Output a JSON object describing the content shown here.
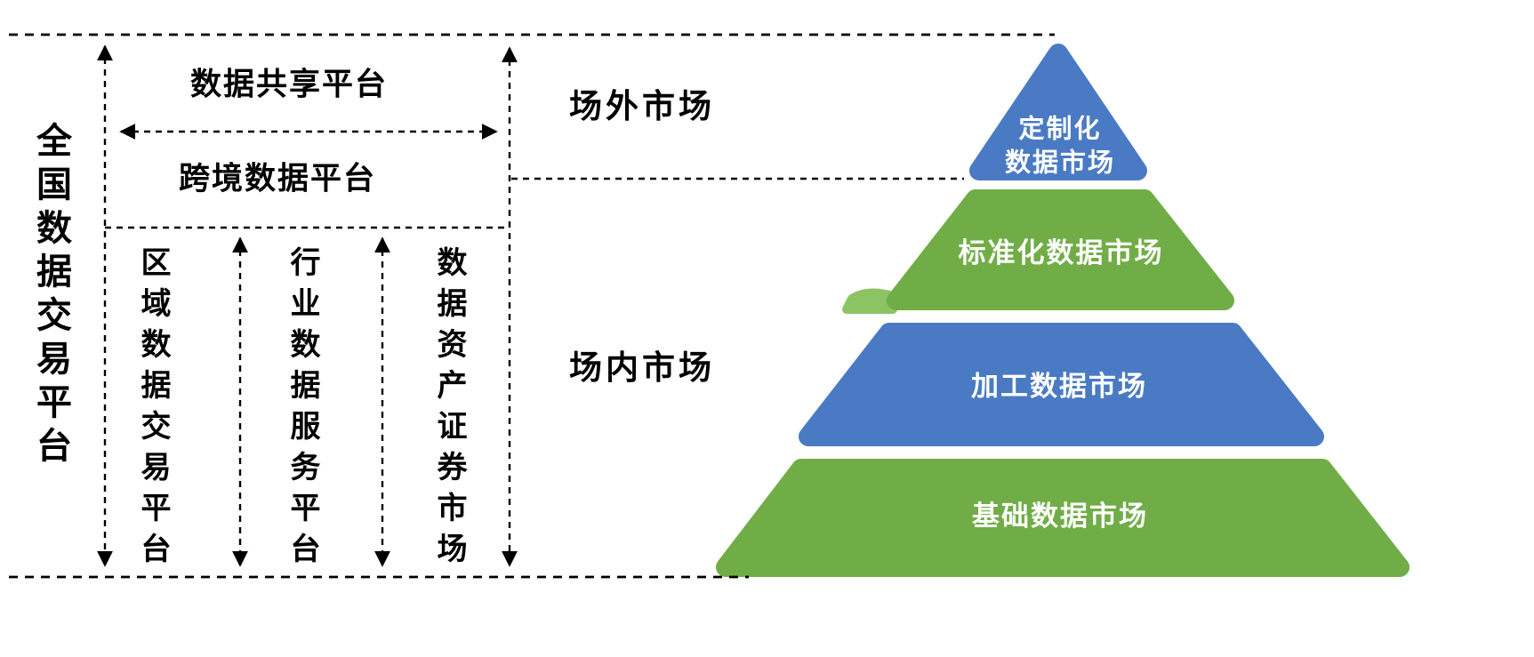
{
  "left_panel": {
    "national_platform": "全国数据交易平台",
    "data_sharing_platform": "数据共享平台",
    "cross_border_platform": "跨境数据平台",
    "sub_platforms": [
      "区域数据交易平台",
      "行业数据服务平台",
      "数据资产证券市场"
    ]
  },
  "market_labels": {
    "otc": "场外市场",
    "floor": "场内市场"
  },
  "pyramid": {
    "layers": [
      {
        "label": "定制化\n数据市场"
      },
      {
        "label": "标准化数据市场"
      },
      {
        "label": "加工数据市场"
      },
      {
        "label": "基础数据市场"
      }
    ]
  },
  "colors": {
    "pyramid_blue": "#4a7ac4",
    "pyramid_green": "#71ad47",
    "pyramid_green_light": "#8dc463",
    "line": "#000000"
  }
}
